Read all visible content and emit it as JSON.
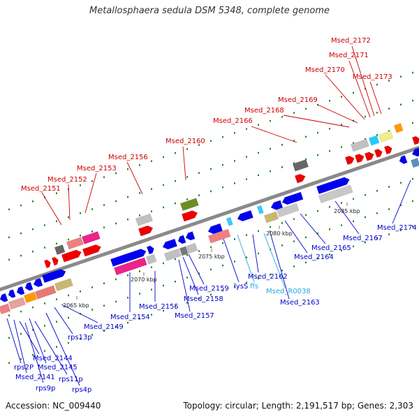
{
  "title": "Metallosphaera sedula DSM 5348, complete genome",
  "footer": {
    "accession": "Accession: NC_009440",
    "stats": "Topology: circular; Length: 2,191,517 bp; Genes: 2,303"
  },
  "colors": {
    "top_strand_labels": "#cc0000",
    "bottom_strand_labels": "#0000cc",
    "rna_labels": "#22aadd",
    "backbone": "#888888",
    "dots": "#228822"
  },
  "scale_ticks": [
    "2065 kbp",
    "2070 kbp",
    "2075 kbp",
    "2080 kbp",
    "2085 kbp"
  ],
  "top_labels": [
    "Msed_2151",
    "Msed_2152",
    "Msed_2153",
    "Msed_2156",
    "Msed_2160",
    "Msed_2166",
    "Msed_2168",
    "Msed_2169",
    "Msed_2170",
    "Msed_2171",
    "Msed_2172",
    "Msed_2173"
  ],
  "bottom_labels": [
    "rps2P",
    "Msed_2141",
    "Msed_2144",
    "Msed_2145",
    "rps9p",
    "rps11p",
    "rps4p",
    "rps13p",
    "Msed_2149",
    "Msed_2154",
    "Msed_2155",
    "Msed_2157",
    "Msed_2158",
    "Msed_2159",
    "lysS",
    "ffs",
    "Msed_2162",
    "Msed_R0038",
    "Msed_2163",
    "Msed_2164",
    "Msed_2165",
    "Msed_2167",
    "Msed_2174"
  ]
}
